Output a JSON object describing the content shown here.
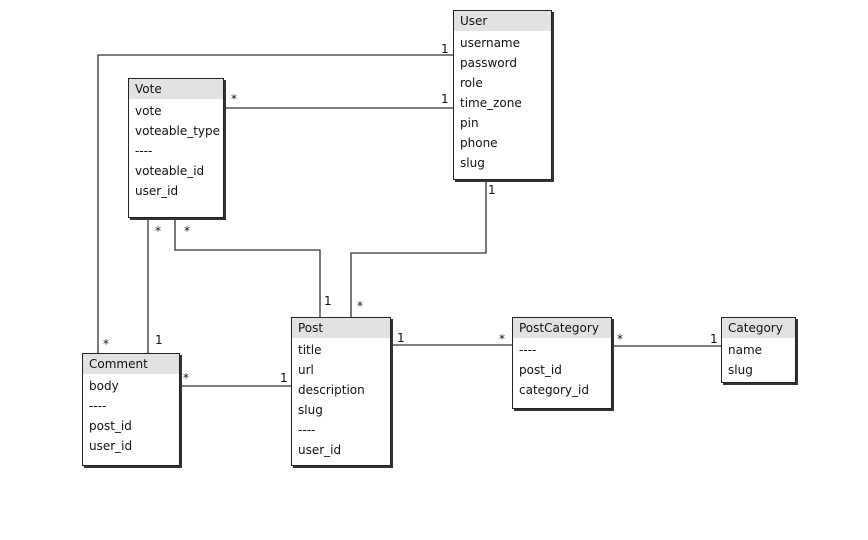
{
  "entities": {
    "user": {
      "name": "User",
      "attributes": [
        "username",
        "password",
        "role",
        "time_zone",
        "pin",
        "phone",
        "slug"
      ]
    },
    "vote": {
      "name": "Vote",
      "attributes": [
        "vote",
        "voteable_type",
        "----",
        "voteable_id",
        "user_id"
      ]
    },
    "comment": {
      "name": "Comment",
      "attributes": [
        "body",
        "----",
        "post_id",
        "user_id"
      ]
    },
    "post": {
      "name": "Post",
      "attributes": [
        "title",
        "url",
        "description",
        "slug",
        "----",
        "user_id"
      ]
    },
    "postcategory": {
      "name": "PostCategory",
      "attributes": [
        "----",
        "post_id",
        "category_id"
      ]
    },
    "category": {
      "name": "Category",
      "attributes": [
        "name",
        "slug"
      ]
    }
  },
  "relationships": [
    {
      "from": "User",
      "to": "Comment",
      "from_mult": "1",
      "to_mult": "*"
    },
    {
      "from": "User",
      "to": "Vote",
      "from_mult": "1",
      "to_mult": "*"
    },
    {
      "from": "User",
      "to": "Post",
      "from_mult": "1",
      "to_mult": "*"
    },
    {
      "from": "Comment",
      "to": "Vote",
      "from_mult": "1",
      "to_mult": "*"
    },
    {
      "from": "Post",
      "to": "Vote",
      "from_mult": "1",
      "to_mult": "*"
    },
    {
      "from": "Post",
      "to": "Comment",
      "from_mult": "1",
      "to_mult": "*"
    },
    {
      "from": "Post",
      "to": "PostCategory",
      "from_mult": "1",
      "to_mult": "*"
    },
    {
      "from": "Category",
      "to": "PostCategory",
      "from_mult": "1",
      "to_mult": "*"
    }
  ]
}
